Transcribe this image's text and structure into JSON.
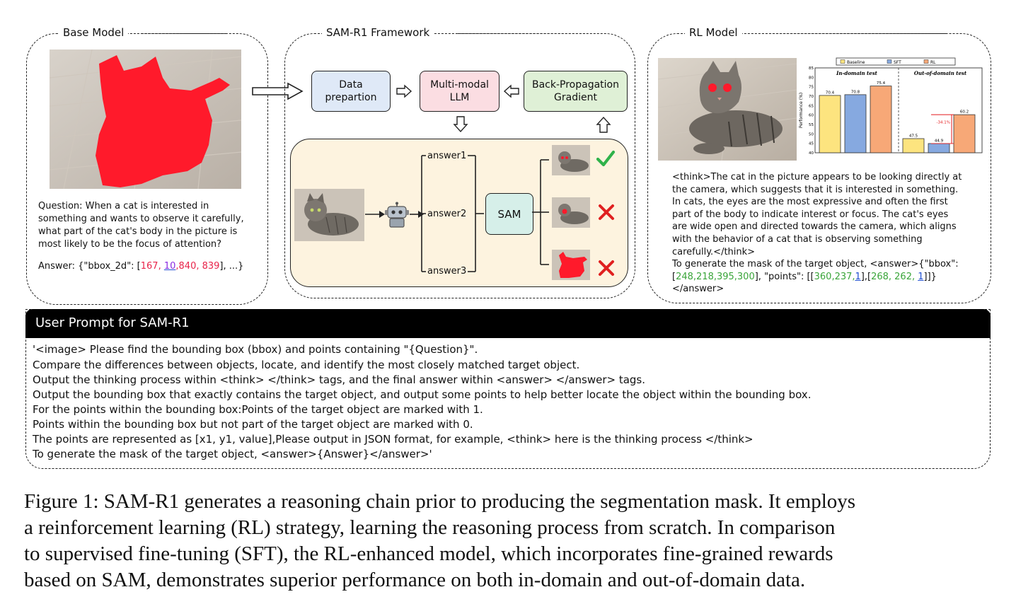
{
  "base_model": {
    "title": "Base Model",
    "question_lines": [
      "Question: When a cat is interested in",
      "something and wants to observe it carefully,",
      "what part of the cat's body in the picture is",
      "most likely to be the focus of attention?"
    ],
    "answer_prefix": "Answer: {\"bbox_2d\": [",
    "answer_v1": "167, ",
    "answer_v2": "10",
    "answer_v3": ",840, 839",
    "answer_suffix": "], ...}"
  },
  "framework": {
    "title": "SAM-R1 Framework",
    "data_box_line1": "Data",
    "data_box_line2": "prepartion",
    "llm_box_line1": "Multi-modal",
    "llm_box_line2": "LLM",
    "bp_box_line1": "Back-Propagation",
    "bp_box_line2": "Gradient",
    "answers": [
      "answer1",
      "answer2",
      "answer3"
    ],
    "sam_label": "SAM"
  },
  "rl_model": {
    "title": "RL Model",
    "think_lines": [
      "<think>The cat in the picture appears to be looking directly at",
      "the camera, which suggests that it is interested in something.",
      "In cats, the eyes are the most expressive and often the first",
      "part of the body to indicate interest or focus. The cat's eyes",
      "are wide open and directed towards the camera, which aligns",
      "with the behavior of a cat that is observing something",
      "carefully.</think>",
      "To generate the mask of the target object, <answer>{\"bbox\":"
    ],
    "ans_open": "[",
    "ans_bbox": "248,218,395,300",
    "ans_mid": "], \"points\": [[",
    "ans_p1": "360,237,",
    "ans_p1_flag": "1",
    "ans_sep": "],[",
    "ans_p2": "268, 262, ",
    "ans_p2_flag": "1",
    "ans_close": "]]}",
    "ans_end": "</answer>"
  },
  "chart_data": {
    "type": "bar",
    "legend": [
      "Baseline",
      "SFT",
      "RL"
    ],
    "groups": [
      "In-domain test",
      "Out-of-domain test"
    ],
    "ylabel": "Performance (%)",
    "ylim": [
      40,
      85
    ],
    "yticks": [
      "40",
      "45",
      "50",
      "55",
      "60",
      "65",
      "70",
      "75",
      "80",
      "85"
    ],
    "series": [
      {
        "name": "Baseline",
        "values": [
          70.4,
          47.5
        ],
        "labels": [
          "70.4",
          "47.5"
        ]
      },
      {
        "name": "SFT",
        "values": [
          70.8,
          44.9
        ],
        "labels": [
          "70.8",
          "44.9"
        ]
      },
      {
        "name": "RL",
        "values": [
          75.4,
          60.2
        ],
        "labels": [
          "75.4",
          "60.2"
        ]
      }
    ],
    "annotation": "-34.1%",
    "colors": {
      "Baseline": "#fde47f",
      "SFT": "#86a9e0",
      "RL": "#f7a877",
      "annotation": "#e41a1c"
    }
  },
  "prompt": {
    "header": "User Prompt for SAM-R1",
    "lines": [
      "'<image> Please find the bounding box (bbox) and points containing \"{Question}\".",
      "Compare the differences between objects, locate, and identify the most closely matched target object.",
      "Output the thinking process within <think> </think> tags, and the final answer within <answer> </answer> tags.",
      "Output the bounding box that exactly contains the target object, and output some points to help better locate the object within the bounding box.",
      "For the points within the bounding box:Points of the target object are marked with 1.",
      "Points within the bounding box but not part of the target object are marked with 0.",
      "The points are represented as [x1, y1, value],Please output in JSON format, for example, <think> here is the thinking process </think>",
      "To generate the mask of the target object, <answer>{Answer}</answer>'"
    ]
  },
  "caption": {
    "lines": [
      "Figure 1: SAM-R1 generates a reasoning chain prior to producing the segmentation mask. It employs",
      "a reinforcement learning (RL) strategy, learning the reasoning process from scratch. In comparison",
      "to supervised fine-tuning (SFT), the RL-enhanced model, which incorporates fine-grained rewards",
      "based on SAM, demonstrates superior performance on both in-domain and out-of-domain data."
    ]
  }
}
